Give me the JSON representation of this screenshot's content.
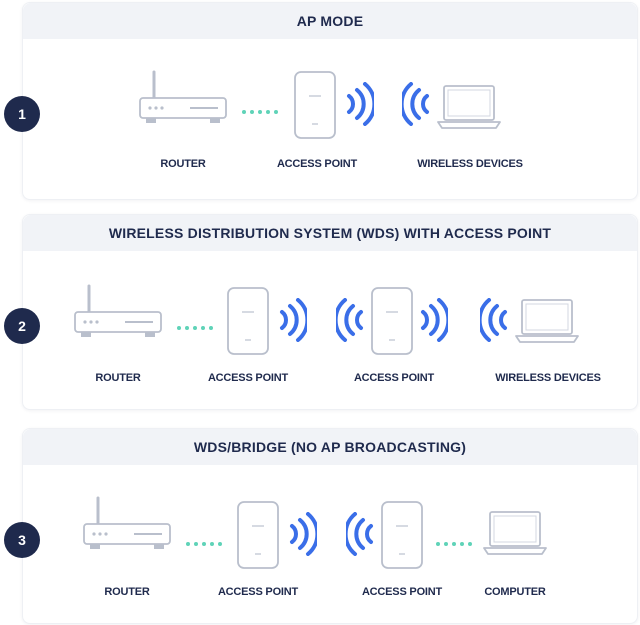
{
  "colors": {
    "navy": "#1f2a4d",
    "wave_blue": "#3a6ee8",
    "dots_teal": "#5fd3b8",
    "device_outline": "#b9bfcc"
  },
  "panels": [
    {
      "number": "1",
      "title": "AP MODE",
      "labels": [
        "ROUTER",
        "ACCESS POINT",
        "WIRELESS DEVICES"
      ]
    },
    {
      "number": "2",
      "title": "WIRELESS DISTRIBUTION SYSTEM (WDS) WITH ACCESS POINT",
      "labels": [
        "ROUTER",
        "ACCESS POINT",
        "ACCESS POINT",
        "WIRELESS DEVICES"
      ]
    },
    {
      "number": "3",
      "title": "WDS/BRIDGE (NO AP BROADCASTING)",
      "labels": [
        "ROUTER",
        "ACCESS POINT",
        "ACCESS POINT",
        "COMPUTER"
      ]
    }
  ],
  "icons": [
    "router-icon",
    "access-point-icon",
    "wifi-waves-icon",
    "laptop-icon",
    "connection-dots-icon"
  ]
}
